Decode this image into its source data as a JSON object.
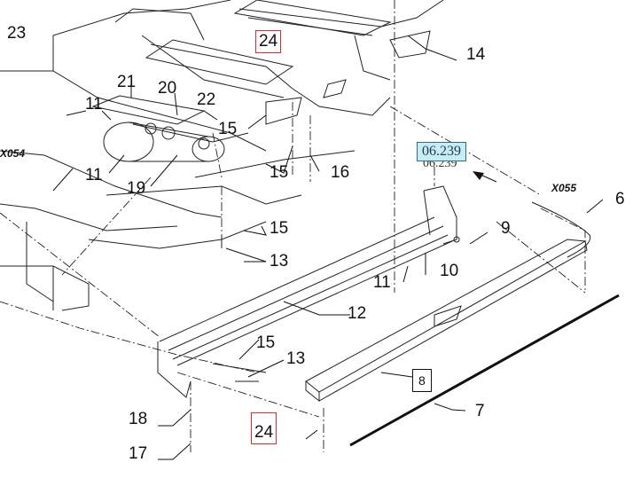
{
  "labels": {
    "n23": "23",
    "n24a": "24",
    "n14": "14",
    "n21": "21",
    "n20": "20",
    "n22": "22",
    "n11a": "11",
    "n11b": "11",
    "n11c": "11",
    "n15a": "15",
    "n15b": "15",
    "n16": "16",
    "n19": "19",
    "n15c": "15",
    "n13a": "13",
    "n6": "6",
    "n9": "9",
    "n10": "10",
    "n12": "12",
    "n15d": "15",
    "n13b": "13",
    "n8": "8",
    "n7": "7",
    "n18": "18",
    "n24b": "24",
    "n17": "17"
  },
  "tags": {
    "x054": "X054",
    "x055": "X055"
  },
  "reference": {
    "label": "06.239",
    "ghost": "06.239"
  },
  "colors": {
    "highlight_border": "#d62d2d",
    "reference_fill": "#c9ecf4"
  }
}
